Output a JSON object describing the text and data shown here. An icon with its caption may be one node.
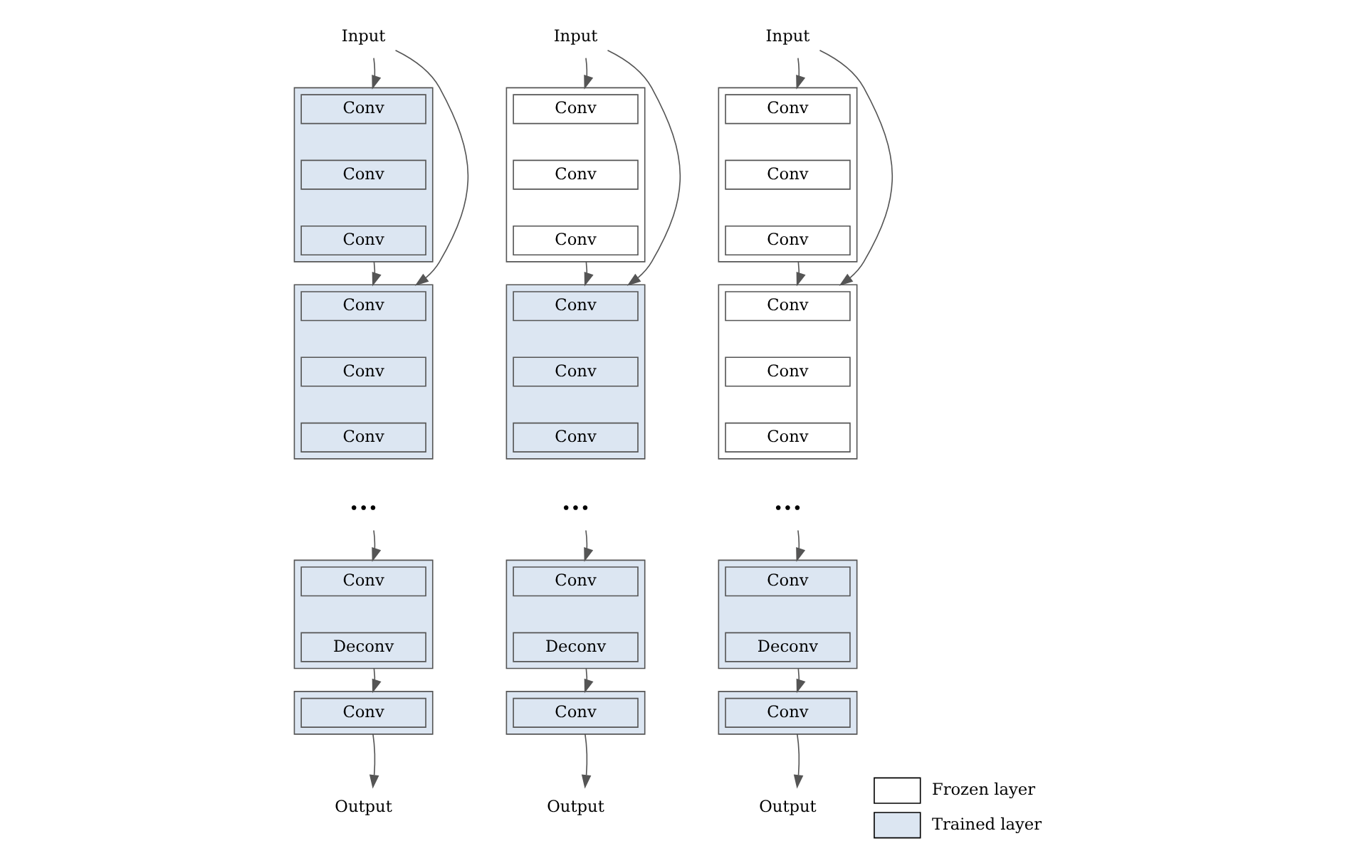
{
  "diagram": {
    "nodes": [
      {
        "text": [
          "Input"
        ]
      },
      {
        "text": [],
        "shape": "box"
      },
      {
        "text": [
          "Conv"
        ],
        "in": 1
      },
      {
        "text": [
          "Conv"
        ],
        "in": 1
      },
      {
        "text": [
          "Conv"
        ],
        "in": 1
      },
      {
        "text": [],
        "shape": "box"
      },
      {
        "text": [
          "Conv"
        ],
        "in": 5
      },
      {
        "text": [
          "Conv"
        ],
        "in": 5
      },
      {
        "text": [
          "Conv"
        ],
        "in": 5
      },
      {
        "text": [
          "•••"
        ]
      },
      {
        "text": [],
        "shape": "box"
      },
      {
        "text": [
          "Conv"
        ],
        "in": 10
      },
      {
        "text": [
          "Deconv"
        ],
        "in": 10
      },
      {
        "text": [],
        "shape": "box"
      },
      {
        "text": [
          "Conv"
        ],
        "in": 13
      },
      {
        "text": [
          "Output"
        ]
      },
      {
        "text": [
          "Input"
        ]
      },
      {
        "text": [],
        "shape": "box"
      },
      {
        "text": [
          "Conv"
        ],
        "in": 17
      },
      {
        "text": [
          "Conv"
        ],
        "in": 17
      },
      {
        "text": [
          "Conv"
        ],
        "in": 17
      },
      {
        "text": [],
        "shape": "box"
      },
      {
        "text": [
          "Conv"
        ],
        "in": 21
      },
      {
        "text": [
          "Conv"
        ],
        "in": 21
      },
      {
        "text": [
          "Conv"
        ],
        "in": 21
      },
      {
        "text": [
          "•••"
        ]
      },
      {
        "text": [],
        "shape": "box"
      },
      {
        "text": [
          "Conv"
        ],
        "in": 26
      },
      {
        "text": [
          "Deconv"
        ],
        "in": 26
      },
      {
        "text": [],
        "shape": "box"
      },
      {
        "text": [
          "Conv"
        ],
        "in": 29
      },
      {
        "text": [
          "Output"
        ]
      },
      {
        "text": [
          "Input"
        ]
      },
      {
        "text": [],
        "shape": "box"
      },
      {
        "text": [
          "Conv"
        ],
        "in": 33
      },
      {
        "text": [
          "Conv"
        ],
        "in": 33
      },
      {
        "text": [
          "Conv"
        ],
        "in": 33
      },
      {
        "text": [],
        "shape": "box"
      },
      {
        "text": [
          "Conv"
        ],
        "in": 37
      },
      {
        "text": [
          "Conv"
        ],
        "in": 37
      },
      {
        "text": [
          "Conv"
        ],
        "in": 37
      },
      {
        "text": [
          "•••"
        ]
      },
      {
        "text": [],
        "shape": "box"
      },
      {
        "text": [
          "Conv"
        ],
        "in": 42
      },
      {
        "text": [
          "Deconv"
        ],
        "in": 42
      },
      {
        "text": [],
        "shape": "box"
      },
      {
        "text": [
          "Conv"
        ],
        "in": 45
      },
      {
        "text": [
          "Output"
        ]
      }
    ],
    "edges": [
      {
        "from": 0,
        "to": 1,
        "arrow": "to"
      },
      {
        "from": 1,
        "to": 5,
        "arrow": "to"
      },
      {
        "from": 0,
        "to": 5,
        "arrow": "to"
      },
      {
        "from": 9,
        "to": 10,
        "arrow": "to"
      },
      {
        "from": 10,
        "to": 13,
        "arrow": "to"
      },
      {
        "from": 13,
        "to": 15,
        "arrow": "to"
      },
      {
        "from": 16,
        "to": 17,
        "arrow": "to"
      },
      {
        "from": 17,
        "to": 21,
        "arrow": "to"
      },
      {
        "from": 16,
        "to": 21,
        "arrow": "to"
      },
      {
        "from": 25,
        "to": 26,
        "arrow": "to"
      },
      {
        "from": 26,
        "to": 29,
        "arrow": "to"
      },
      {
        "from": 29,
        "to": 31,
        "arrow": "to"
      },
      {
        "from": 32,
        "to": 33,
        "arrow": "to"
      },
      {
        "from": 33,
        "to": 37,
        "arrow": "to"
      },
      {
        "from": 32,
        "to": 37,
        "arrow": "to"
      },
      {
        "from": 41,
        "to": 42,
        "arrow": "to"
      },
      {
        "from": 42,
        "to": 45,
        "arrow": "to"
      },
      {
        "from": 45,
        "to": 47,
        "arrow": "to"
      }
    ],
    "legend": [
      {
        "text": "Frozen layer",
        "color": "#ffffff"
      },
      {
        "text": "Trained layer",
        "color": "#dce6f2"
      }
    ]
  }
}
